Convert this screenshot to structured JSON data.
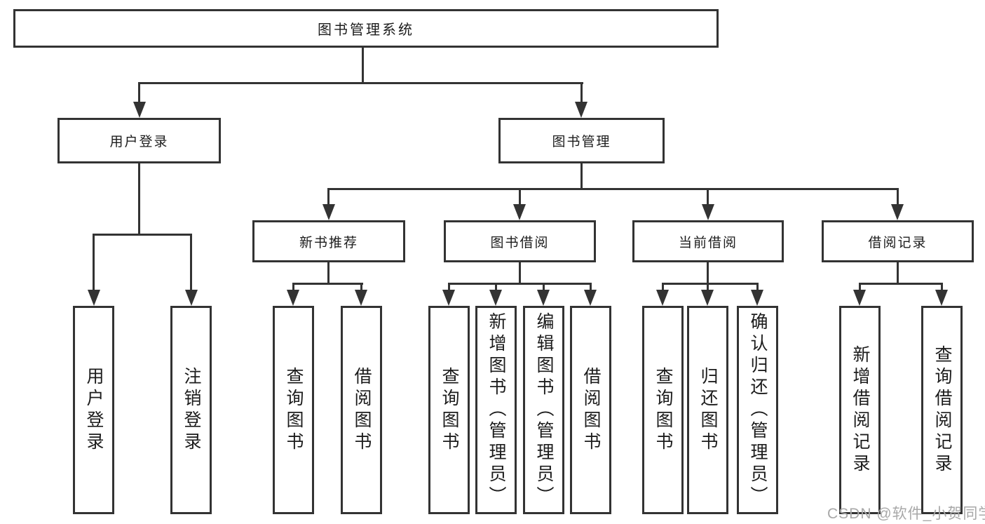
{
  "watermark": "CSDN @软件_小贺同学",
  "colors": {
    "line": "#333333",
    "text": "#1c1c1c",
    "background": "#ffffff",
    "watermark": "#a8a8a8"
  },
  "tree": {
    "root": {
      "label": "图书管理系统",
      "children": [
        {
          "label": "用户登录",
          "children": [
            {
              "label": "用户登录"
            },
            {
              "label": "注销登录"
            }
          ]
        },
        {
          "label": "图书管理",
          "children": [
            {
              "label": "新书推荐",
              "children": [
                {
                  "label": "查询图书"
                },
                {
                  "label": "借阅图书"
                }
              ]
            },
            {
              "label": "图书借阅",
              "children": [
                {
                  "label": "查询图书"
                },
                {
                  "label": "新增图书（管理员）"
                },
                {
                  "label": "编辑图书（管理员）"
                },
                {
                  "label": "借阅图书"
                }
              ]
            },
            {
              "label": "当前借阅",
              "children": [
                {
                  "label": "查询图书"
                },
                {
                  "label": "归还图书"
                },
                {
                  "label": "确认归还（管理员）"
                }
              ]
            },
            {
              "label": "借阅记录",
              "children": [
                {
                  "label": "新增借阅记录"
                },
                {
                  "label": "查询借阅记录"
                }
              ]
            }
          ]
        }
      ]
    }
  }
}
